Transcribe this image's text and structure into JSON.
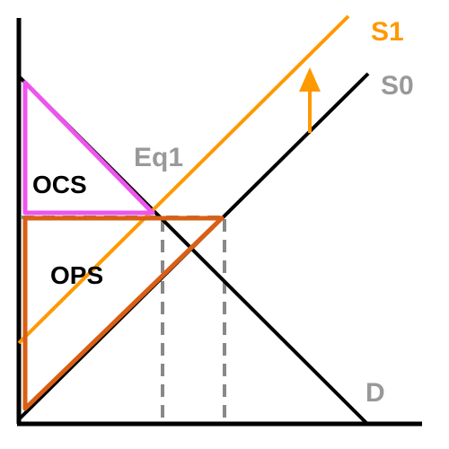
{
  "labels": {
    "supply_new": "S1",
    "supply_old": "S0",
    "equilibrium": "Eq1",
    "consumer_surplus": "OCS",
    "producer_surplus": "OPS",
    "demand": "D"
  },
  "colors": {
    "axes": "#000000",
    "demand_line": "#000000",
    "supply_old_line": "#000000",
    "supply_new_line": "#ff9900",
    "shift_arrow": "#ff9900",
    "supply_new_label": "#ff9900",
    "muted_label": "#999999",
    "consumer_surplus_outline": "#ee55ee",
    "producer_surplus_outline": "#d95f14",
    "guide_dashes": "#888888"
  }
}
